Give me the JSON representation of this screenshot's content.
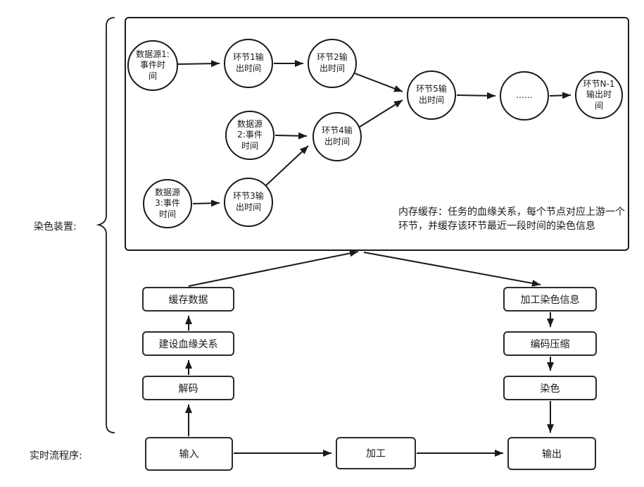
{
  "labels": {
    "dye_device": "染色装置:",
    "realtime_program": "实时流程序:"
  },
  "note": "内存缓存：任务的血缘关系，每个节点对应上游一个环节，并缓存该环节最近一段时间的染色信息",
  "nodes": {
    "src1": "数据源1:\n事件时\n间",
    "link1": "环节1输\n出时间",
    "link2": "环节2输\n出时间",
    "src2": "数据源\n2:事件\n时间",
    "link4": "环节4输\n出时间",
    "src3": "数据源\n3:事件\n时间",
    "link3": "环节3输\n出时间",
    "link5": "环节5输\n出时间",
    "dots": "……",
    "linkN": "环节N-1\n输出时\n间"
  },
  "boxes": {
    "cache_data": "缓存数据",
    "build_lineage": "建设血缘关系",
    "decode": "解码",
    "input": "输入",
    "process": "加工",
    "output": "输出",
    "process_dye_info": "加工染色信息",
    "encode_compress": "编码压缩",
    "dye": "染色"
  },
  "colors": {
    "stroke": "#1a1a1a",
    "background": "#ffffff"
  }
}
